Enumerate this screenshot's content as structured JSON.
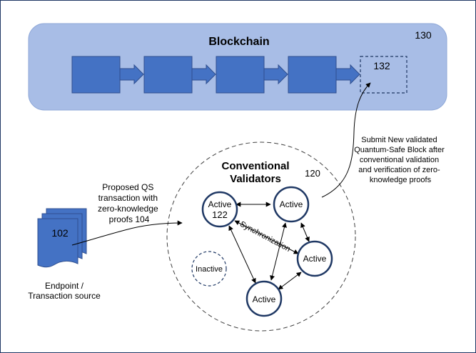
{
  "blockchain": {
    "title": "Blockchain",
    "ref": "130",
    "block_count": 4,
    "new_block_label": "132"
  },
  "validators": {
    "title_line1": "Conventional",
    "title_line2": "Validators",
    "ref": "120",
    "node_active": "Active",
    "node_active_ref": "122",
    "node_inactive": "Inactive",
    "sync_label": "Synchronization"
  },
  "endpoint": {
    "doc_label": "102",
    "caption_line1": "Endpoint /",
    "caption_line2": "Transaction source"
  },
  "proposed_tx": {
    "line1": "Proposed QS",
    "line2": "transaction with",
    "line3": "zero-knowledge",
    "line4": "proofs 104"
  },
  "submit_note": {
    "line1": "Submit New validated",
    "line2": "Quantum-Safe Block after",
    "line3": "conventional validation",
    "line4": "and verification of zero-",
    "line5": "knowledge proofs"
  },
  "colors": {
    "panel": "#a8bde6",
    "block": "#4472c4",
    "block_border": "#2f4f8f",
    "node_border": "#1f3864",
    "frame": "#1f3864"
  }
}
